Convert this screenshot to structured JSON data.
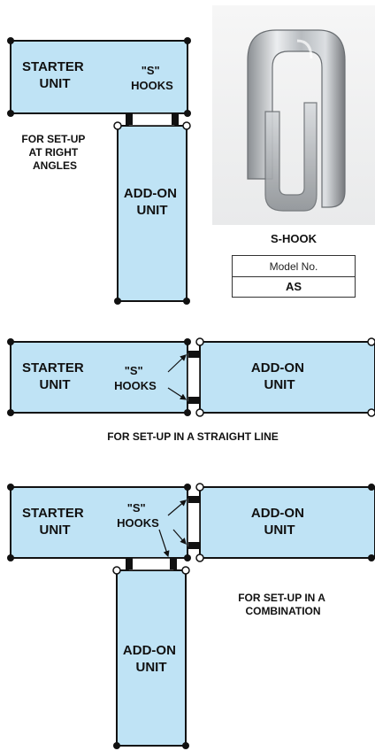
{
  "colors": {
    "unit_fill": "#bfe3f5",
    "outline": "#111111",
    "hook": "#111111"
  },
  "labels": {
    "starter": [
      "STARTER",
      "UNIT"
    ],
    "addon": [
      "ADD-ON",
      "UNIT"
    ],
    "hooks": [
      "\"S\"",
      "HOOKS"
    ]
  },
  "captions": {
    "right_angles": [
      "FOR SET-UP",
      "AT RIGHT",
      "ANGLES"
    ],
    "straight": "FOR SET-UP IN A STRAIGHT LINE",
    "combination": [
      "FOR SET-UP IN A",
      "COMBINATION"
    ]
  },
  "product": {
    "name": "S-HOOK",
    "model_header": "Model No.",
    "model_value": "AS",
    "photo_icon": "s-hook-photo-icon"
  }
}
